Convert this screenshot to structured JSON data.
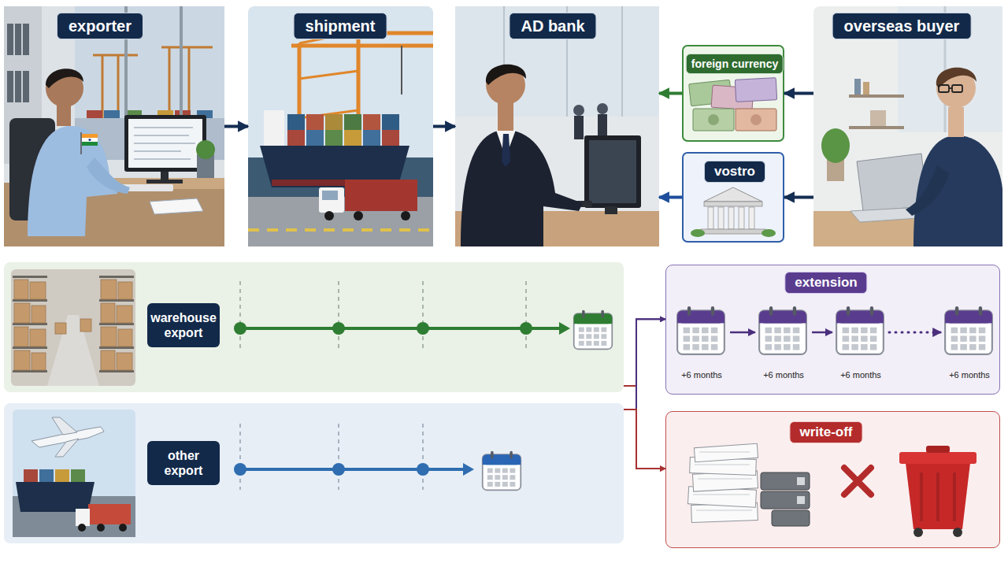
{
  "diagram": {
    "nodes": [
      {
        "text": [
          "exporter"
        ]
      },
      {
        "text": [
          "shipment"
        ]
      },
      {
        "text": [
          "AD bank"
        ]
      },
      {
        "text": [
          "foreign currency"
        ]
      },
      {
        "text": [
          "vostro"
        ]
      },
      {
        "text": [
          "overseas buyer"
        ]
      },
      {
        "text": [
          "warehouse export"
        ]
      },
      {
        "text": [
          "other export"
        ]
      },
      {
        "text": [
          "extension"
        ]
      },
      {
        "text": [
          "+6 months"
        ],
        "in": 8
      },
      {
        "text": [
          "+6 months"
        ],
        "in": 8
      },
      {
        "text": [
          "+6 months"
        ],
        "in": 8
      },
      {
        "text": [
          "+6 months"
        ],
        "in": 8
      },
      {
        "text": [
          "write-off"
        ]
      }
    ],
    "edges": [
      {
        "from": 0,
        "to": 1,
        "arrow": "to"
      },
      {
        "from": 1,
        "to": 2,
        "arrow": "to"
      },
      {
        "from": 5,
        "to": 3,
        "arrow": "to"
      },
      {
        "from": 5,
        "to": 4,
        "arrow": "to"
      },
      {
        "from": 3,
        "to": 2,
        "arrow": "to"
      },
      {
        "from": 4,
        "to": 2,
        "arrow": "to"
      },
      {
        "from": 9,
        "to": 10,
        "arrow": "to"
      },
      {
        "from": 10,
        "to": 11,
        "arrow": "to"
      },
      {
        "from": 11,
        "to": 12,
        "arrow": "to"
      },
      {
        "from": 6,
        "to": 8,
        "arrow": "to"
      },
      {
        "from": 6,
        "to": 13,
        "arrow": "to"
      },
      {
        "from": 7,
        "to": 8,
        "arrow": "to"
      },
      {
        "from": 7,
        "to": 13,
        "arrow": "to"
      }
    ]
  }
}
